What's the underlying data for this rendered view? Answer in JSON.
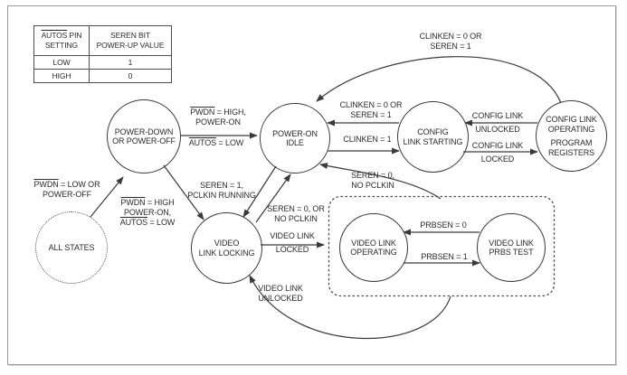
{
  "colors": {
    "line": "#3a3a3a",
    "text": "#2b2b2b",
    "frame_border": "#9a9a9a",
    "background": "#ffffff"
  },
  "table": {
    "col1_header": [
      [
        {
          "t": "AUTOS",
          "ol": true
        },
        {
          "t": " PIN"
        }
      ],
      [
        {
          "t": "SETTING"
        }
      ]
    ],
    "col2_header": [
      [
        {
          "t": "SEREN BIT"
        }
      ],
      [
        {
          "t": "POWER-UP VALUE"
        }
      ]
    ],
    "rows": [
      {
        "setting": "LOW",
        "value": "1"
      },
      {
        "setting": "HIGH",
        "value": "0"
      }
    ]
  },
  "states": {
    "all_states": {
      "label": [
        [
          {
            "t": "ALL STATES"
          }
        ]
      ]
    },
    "power_down": {
      "label": [
        [
          {
            "t": "POWER-DOWN"
          }
        ],
        [
          {
            "t": "OR POWER-OFF"
          }
        ]
      ]
    },
    "power_on_idle": {
      "label": [
        [
          {
            "t": "POWER-ON"
          }
        ],
        [
          {
            "t": "IDLE"
          }
        ]
      ]
    },
    "config_link_starting": {
      "label": [
        [
          {
            "t": "CONFIG"
          }
        ],
        [
          {
            "t": "LINK STARTING"
          }
        ]
      ]
    },
    "config_link_operating": {
      "label": [
        [
          {
            "t": "CONFIG LINK"
          }
        ],
        [
          {
            "t": "OPERATING"
          }
        ]
      ],
      "sublabel": [
        [
          {
            "t": "PROGRAM"
          }
        ],
        [
          {
            "t": "REGISTERS"
          }
        ]
      ]
    },
    "video_link_locking": {
      "label": [
        [
          {
            "t": "VIDEO"
          }
        ],
        [
          {
            "t": "LINK LOCKING"
          }
        ]
      ]
    },
    "video_link_operating": {
      "label": [
        [
          {
            "t": "VIDEO LINK"
          }
        ],
        [
          {
            "t": "OPERATING"
          }
        ]
      ]
    },
    "video_link_prbs_test": {
      "label": [
        [
          {
            "t": "VIDEO LINK"
          }
        ],
        [
          {
            "t": "PRBS TEST"
          }
        ]
      ]
    }
  },
  "transitions": {
    "all_to_power_down": [
      [
        {
          "t": "PWDN",
          "ol": true
        },
        {
          "t": " = LOW OR"
        }
      ],
      [
        {
          "t": "POWER-OFF"
        }
      ]
    ],
    "power_down_to_idle_top": [
      [
        {
          "t": "PWDN",
          "ol": true
        },
        {
          "t": " = HIGH,"
        }
      ],
      [
        {
          "t": "POWER-ON"
        }
      ]
    ],
    "power_down_to_idle_bottom": [
      [
        {
          "t": "AUTOS",
          "ol": true
        },
        {
          "t": " = LOW"
        }
      ]
    ],
    "power_down_to_video_locking": [
      [
        {
          "t": "PWDN",
          "ol": true
        },
        {
          "t": " = HIGH"
        }
      ],
      [
        {
          "t": "POWER-ON,"
        }
      ],
      [
        {
          "t": "AUTOS",
          "ol": true
        },
        {
          "t": " = LOW"
        }
      ]
    ],
    "idle_to_video_locking": [
      [
        {
          "t": "SEREN = 1,"
        }
      ],
      [
        {
          "t": "PCLKIN RUNNING"
        }
      ]
    ],
    "video_locking_to_idle": [
      [
        {
          "t": "SEREN = 0, OR"
        }
      ],
      [
        {
          "t": "NO PCLKIN"
        }
      ]
    ],
    "config_starting_to_idle": [
      [
        {
          "t": "CLINKEN = 0 OR"
        }
      ],
      [
        {
          "t": "SEREN = 1"
        }
      ]
    ],
    "idle_to_config_starting": [
      [
        {
          "t": "CLINKEN = 1"
        }
      ]
    ],
    "config_operating_to_starting": [
      [
        {
          "t": "CONFIG LINK"
        }
      ],
      [
        {
          "t": "UNLOCKED"
        }
      ]
    ],
    "config_starting_to_operating": [
      [
        {
          "t": "CONFIG LINK"
        }
      ],
      [
        {
          "t": "LOCKED"
        }
      ]
    ],
    "config_operating_to_idle": [
      [
        {
          "t": "CLINKEN = 0 OR"
        }
      ],
      [
        {
          "t": "SEREN = 1"
        }
      ]
    ],
    "video_superstate_to_idle": [
      [
        {
          "t": "SEREN = 0,"
        }
      ],
      [
        {
          "t": "NO PCLKIN"
        }
      ]
    ],
    "video_locking_to_operating": [
      [
        {
          "t": "VIDEO LINK"
        }
      ],
      [
        {
          "t": "LOCKED"
        }
      ]
    ],
    "video_superstate_to_locking": [
      [
        {
          "t": "VIDEO LINK"
        }
      ],
      [
        {
          "t": "UNLOCKED"
        }
      ]
    ],
    "prbs_to_operating": [
      [
        {
          "t": "PRBSEN = 0"
        }
      ]
    ],
    "operating_to_prbs": [
      [
        {
          "t": "PRBSEN = 1"
        }
      ]
    ]
  }
}
